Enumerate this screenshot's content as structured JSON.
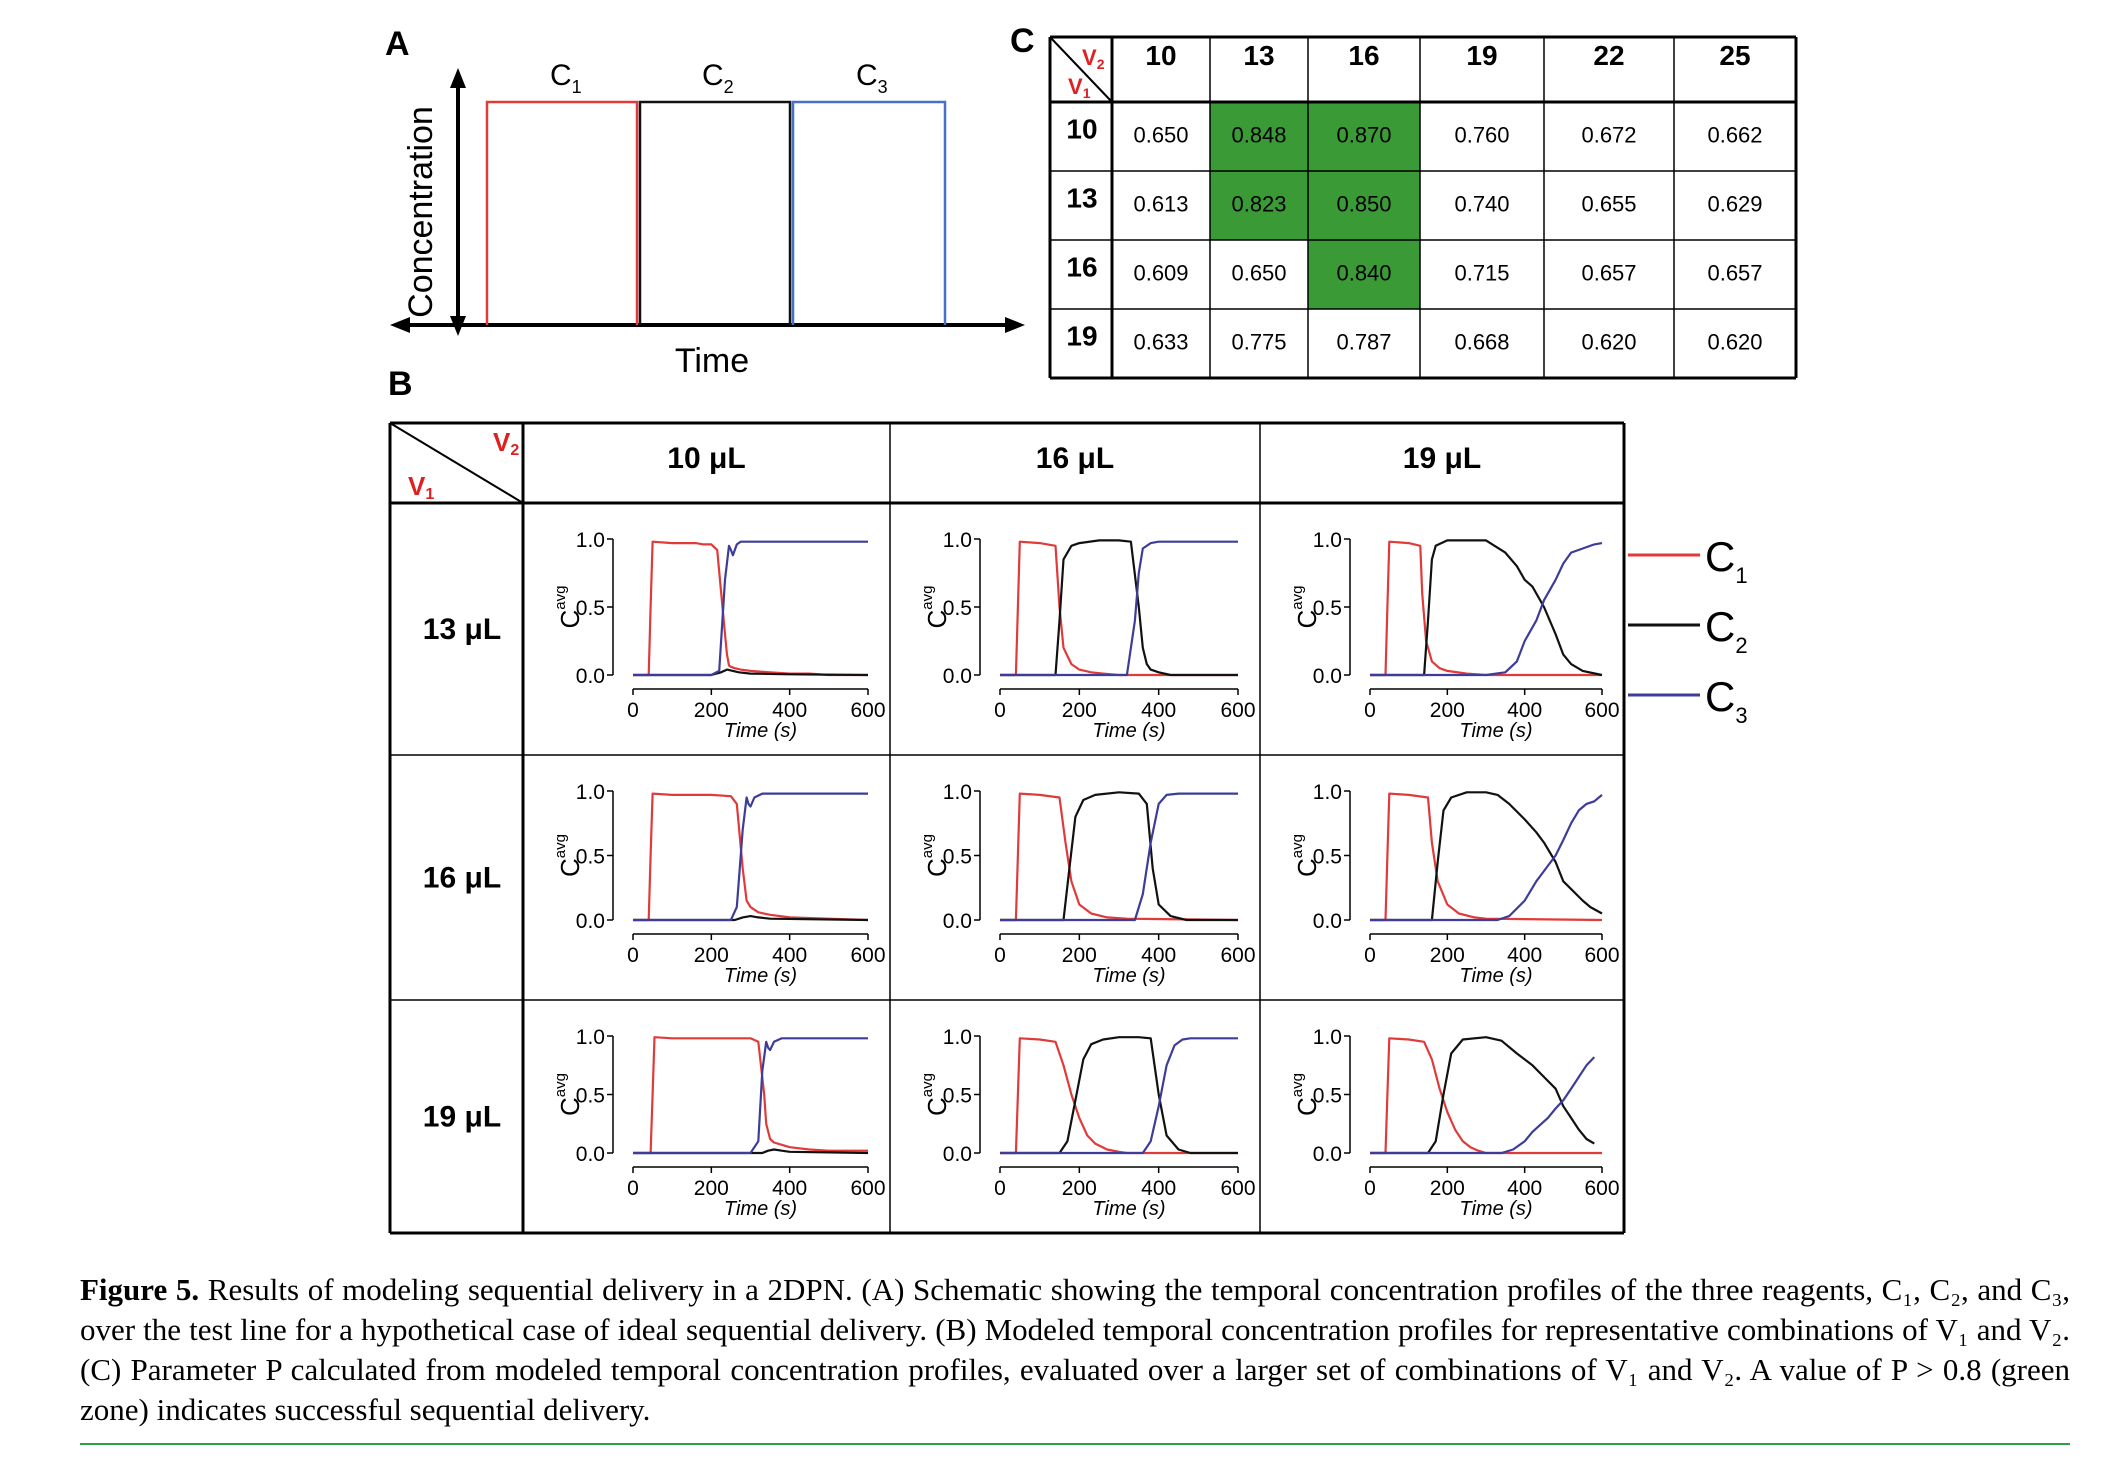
{
  "panels": {
    "a_label": "A",
    "b_label": "B",
    "c_label": "C"
  },
  "panel_a": {
    "y_label": "Concentration",
    "x_label": "Time",
    "pulses": [
      {
        "name": "C",
        "sub": "1",
        "color": "#e03a3a"
      },
      {
        "name": "C",
        "sub": "2",
        "color": "#111111"
      },
      {
        "name": "C",
        "sub": "3",
        "color": "#4a6fc7"
      }
    ]
  },
  "corner": {
    "v2": "V",
    "v2_sub": "2",
    "v1": "V",
    "v1_sub": "1",
    "color": "#e02020"
  },
  "panel_b": {
    "col_headers": [
      "10 μL",
      "16 μL",
      "19 μL"
    ],
    "row_headers": [
      "13 μL",
      "16 μL",
      "19 μL"
    ],
    "y_axis_label": "C",
    "y_axis_sub": "avg",
    "x_axis_label": "Time (s)",
    "y_ticks": [
      "0.0",
      "0.5",
      "1.0"
    ],
    "x_ticks": [
      "0",
      "200",
      "400",
      "600"
    ],
    "legend": [
      {
        "name": "C",
        "sub": "1",
        "color": "#e03a3a"
      },
      {
        "name": "C",
        "sub": "2",
        "color": "#111111"
      },
      {
        "name": "C",
        "sub": "3",
        "color": "#3d3d99"
      }
    ]
  },
  "panel_c": {
    "col_headers": [
      "10",
      "13",
      "16",
      "19",
      "22",
      "25"
    ],
    "rows": [
      {
        "v1": "10",
        "values": [
          "0.650",
          "0.848",
          "0.870",
          "0.760",
          "0.672",
          "0.662"
        ]
      },
      {
        "v1": "13",
        "values": [
          "0.613",
          "0.823",
          "0.850",
          "0.740",
          "0.655",
          "0.629"
        ]
      },
      {
        "v1": "16",
        "values": [
          "0.609",
          "0.650",
          "0.840",
          "0.715",
          "0.657",
          "0.657"
        ]
      },
      {
        "v1": "19",
        "values": [
          "0.633",
          "0.775",
          "0.787",
          "0.668",
          "0.620",
          "0.620"
        ]
      }
    ],
    "highlight_threshold": 0.8,
    "highlight_color": "#3a9a35"
  },
  "caption": {
    "label": "Figure 5.",
    "text": " Results of modeling sequential delivery in a 2DPN. (A) Schematic showing the temporal concentration profiles of the three reagents, C₁, C₂, and C₃, over the test line for a hypothetical case of ideal sequential delivery. (B) Modeled temporal concentration profiles for representative combinations of V₁ and V₂. (C) Parameter P calculated from modeled temporal concentration profiles, evaluated over a larger set of combinations of V₁ and V₂. A value of P > 0.8 (green zone) indicates successful sequential delivery."
  },
  "chart_data": [
    {
      "type": "line",
      "v1": "13 μL",
      "v2": "10 μL",
      "xlim": [
        0,
        600
      ],
      "ylim": [
        0,
        1
      ],
      "series": [
        {
          "name": "C1",
          "x": [
            0,
            40,
            45,
            50,
            100,
            160,
            180,
            200,
            215,
            235,
            240,
            245,
            250,
            260,
            275,
            300,
            350,
            400,
            450,
            500,
            600
          ],
          "y": [
            0,
            0,
            0.5,
            0.98,
            0.97,
            0.97,
            0.96,
            0.96,
            0.92,
            0.3,
            0.15,
            0.07,
            0.06,
            0.05,
            0.04,
            0.03,
            0.02,
            0.01,
            0.01,
            0.0,
            0.0
          ]
        },
        {
          "name": "C2",
          "x": [
            0,
            200,
            225,
            240,
            255,
            270,
            300,
            400,
            600
          ],
          "y": [
            0,
            0,
            0.02,
            0.04,
            0.03,
            0.02,
            0.01,
            0.005,
            0.0
          ]
        },
        {
          "name": "C3",
          "x": [
            0,
            200,
            220,
            235,
            245,
            250,
            255,
            265,
            275,
            300,
            400,
            500,
            600
          ],
          "y": [
            0,
            0,
            0.03,
            0.7,
            0.95,
            0.92,
            0.88,
            0.96,
            0.98,
            0.98,
            0.98,
            0.98,
            0.98
          ]
        }
      ]
    },
    {
      "type": "line",
      "v1": "13 μL",
      "v2": "16 μL",
      "xlim": [
        0,
        600
      ],
      "ylim": [
        0,
        1
      ],
      "series": [
        {
          "name": "C1",
          "x": [
            0,
            40,
            45,
            50,
            100,
            140,
            150,
            160,
            180,
            200,
            230,
            260,
            300,
            600
          ],
          "y": [
            0,
            0,
            0.5,
            0.98,
            0.97,
            0.95,
            0.5,
            0.2,
            0.08,
            0.04,
            0.02,
            0.01,
            0.0,
            0.0
          ]
        },
        {
          "name": "C2",
          "x": [
            0,
            140,
            150,
            160,
            180,
            200,
            250,
            300,
            330,
            350,
            360,
            370,
            380,
            400,
            430,
            600
          ],
          "y": [
            0,
            0,
            0.4,
            0.85,
            0.95,
            0.97,
            0.99,
            0.99,
            0.98,
            0.5,
            0.2,
            0.08,
            0.04,
            0.02,
            0.0,
            0.0
          ]
        },
        {
          "name": "C3",
          "x": [
            0,
            320,
            340,
            350,
            360,
            380,
            400,
            450,
            600
          ],
          "y": [
            0,
            0,
            0.4,
            0.75,
            0.93,
            0.97,
            0.98,
            0.98,
            0.98
          ]
        }
      ]
    },
    {
      "type": "line",
      "v1": "13 μL",
      "v2": "19 μL",
      "xlim": [
        0,
        600
      ],
      "ylim": [
        0,
        1
      ],
      "series": [
        {
          "name": "C1",
          "x": [
            0,
            40,
            45,
            50,
            100,
            130,
            135,
            145,
            160,
            180,
            200,
            250,
            300,
            600
          ],
          "y": [
            0,
            0,
            0.5,
            0.98,
            0.97,
            0.95,
            0.6,
            0.25,
            0.1,
            0.05,
            0.03,
            0.01,
            0.0,
            0.0
          ]
        },
        {
          "name": "C2",
          "x": [
            0,
            140,
            150,
            160,
            170,
            200,
            300,
            350,
            380,
            400,
            420,
            450,
            480,
            500,
            520,
            550,
            600
          ],
          "y": [
            0,
            0,
            0.4,
            0.85,
            0.95,
            0.99,
            0.99,
            0.9,
            0.8,
            0.7,
            0.65,
            0.5,
            0.3,
            0.15,
            0.08,
            0.03,
            0.0
          ]
        },
        {
          "name": "C3",
          "x": [
            0,
            300,
            350,
            380,
            400,
            430,
            450,
            480,
            500,
            520,
            550,
            580,
            600
          ],
          "y": [
            0,
            0,
            0.02,
            0.1,
            0.25,
            0.4,
            0.55,
            0.7,
            0.82,
            0.9,
            0.93,
            0.96,
            0.97
          ]
        }
      ]
    },
    {
      "type": "line",
      "v1": "16 μL",
      "v2": "10 μL",
      "xlim": [
        0,
        600
      ],
      "ylim": [
        0,
        1
      ],
      "series": [
        {
          "name": "C1",
          "x": [
            0,
            40,
            45,
            50,
            100,
            200,
            250,
            265,
            280,
            290,
            300,
            320,
            350,
            400,
            500,
            600
          ],
          "y": [
            0,
            0,
            0.5,
            0.98,
            0.97,
            0.97,
            0.96,
            0.9,
            0.4,
            0.15,
            0.1,
            0.06,
            0.04,
            0.02,
            0.01,
            0.0
          ]
        },
        {
          "name": "C2",
          "x": [
            0,
            260,
            280,
            300,
            320,
            350,
            600
          ],
          "y": [
            0,
            0,
            0.02,
            0.03,
            0.02,
            0.01,
            0.0
          ]
        },
        {
          "name": "C3",
          "x": [
            0,
            250,
            265,
            280,
            290,
            295,
            300,
            310,
            330,
            400,
            600
          ],
          "y": [
            0,
            0,
            0.1,
            0.7,
            0.95,
            0.9,
            0.88,
            0.95,
            0.98,
            0.98,
            0.98
          ]
        }
      ]
    },
    {
      "type": "line",
      "v1": "16 μL",
      "v2": "16 μL",
      "xlim": [
        0,
        600
      ],
      "ylim": [
        0,
        1
      ],
      "series": [
        {
          "name": "C1",
          "x": [
            0,
            40,
            45,
            50,
            100,
            150,
            165,
            180,
            200,
            230,
            270,
            320,
            600
          ],
          "y": [
            0,
            0,
            0.5,
            0.98,
            0.97,
            0.95,
            0.6,
            0.3,
            0.12,
            0.05,
            0.02,
            0.01,
            0.0
          ]
        },
        {
          "name": "C2",
          "x": [
            0,
            160,
            175,
            190,
            210,
            240,
            300,
            350,
            370,
            385,
            400,
            430,
            470,
            600
          ],
          "y": [
            0,
            0,
            0.4,
            0.8,
            0.93,
            0.97,
            0.99,
            0.98,
            0.9,
            0.4,
            0.12,
            0.03,
            0.0,
            0.0
          ]
        },
        {
          "name": "C3",
          "x": [
            0,
            340,
            360,
            380,
            400,
            420,
            450,
            600
          ],
          "y": [
            0,
            0,
            0.2,
            0.6,
            0.9,
            0.97,
            0.98,
            0.98
          ]
        }
      ]
    },
    {
      "type": "line",
      "v1": "16 μL",
      "v2": "19 μL",
      "xlim": [
        0,
        600
      ],
      "ylim": [
        0,
        1
      ],
      "series": [
        {
          "name": "C1",
          "x": [
            0,
            40,
            45,
            50,
            100,
            150,
            160,
            175,
            200,
            230,
            270,
            300,
            600
          ],
          "y": [
            0,
            0,
            0.5,
            0.98,
            0.97,
            0.95,
            0.6,
            0.3,
            0.12,
            0.05,
            0.02,
            0.01,
            0.0
          ]
        },
        {
          "name": "C2",
          "x": [
            0,
            160,
            175,
            190,
            210,
            250,
            300,
            330,
            360,
            400,
            430,
            450,
            480,
            500,
            550,
            570,
            600
          ],
          "y": [
            0,
            0,
            0.45,
            0.85,
            0.95,
            0.99,
            0.99,
            0.97,
            0.9,
            0.78,
            0.68,
            0.6,
            0.45,
            0.3,
            0.15,
            0.1,
            0.05
          ]
        },
        {
          "name": "C3",
          "x": [
            0,
            330,
            360,
            400,
            430,
            450,
            480,
            500,
            520,
            540,
            560,
            580,
            600
          ],
          "y": [
            0,
            0,
            0.03,
            0.15,
            0.3,
            0.38,
            0.5,
            0.62,
            0.75,
            0.85,
            0.9,
            0.92,
            0.97
          ]
        }
      ]
    },
    {
      "type": "line",
      "v1": "19 μL",
      "v2": "10 μL",
      "xlim": [
        0,
        600
      ],
      "ylim": [
        0,
        1
      ],
      "series": [
        {
          "name": "C1",
          "x": [
            0,
            45,
            50,
            55,
            100,
            200,
            300,
            320,
            335,
            340,
            350,
            360,
            380,
            400,
            450,
            500,
            600
          ],
          "y": [
            0,
            0,
            0.5,
            0.99,
            0.98,
            0.98,
            0.98,
            0.95,
            0.5,
            0.25,
            0.12,
            0.09,
            0.07,
            0.05,
            0.03,
            0.02,
            0.02
          ]
        },
        {
          "name": "C2",
          "x": [
            0,
            330,
            345,
            360,
            380,
            400,
            600
          ],
          "y": [
            0,
            0,
            0.02,
            0.03,
            0.02,
            0.01,
            0.0
          ]
        },
        {
          "name": "C3",
          "x": [
            0,
            300,
            320,
            330,
            340,
            345,
            350,
            360,
            380,
            420,
            600
          ],
          "y": [
            0,
            0,
            0.1,
            0.7,
            0.95,
            0.9,
            0.88,
            0.95,
            0.98,
            0.98,
            0.98
          ]
        }
      ]
    },
    {
      "type": "line",
      "v1": "19 μL",
      "v2": "16 μL",
      "xlim": [
        0,
        600
      ],
      "ylim": [
        0,
        1
      ],
      "series": [
        {
          "name": "C1",
          "x": [
            0,
            40,
            45,
            50,
            100,
            140,
            160,
            180,
            200,
            220,
            240,
            270,
            300,
            320,
            600
          ],
          "y": [
            0,
            0,
            0.5,
            0.98,
            0.97,
            0.95,
            0.75,
            0.5,
            0.3,
            0.15,
            0.08,
            0.03,
            0.01,
            0.0,
            0.0
          ]
        },
        {
          "name": "C2",
          "x": [
            0,
            150,
            170,
            190,
            210,
            230,
            260,
            300,
            350,
            380,
            400,
            420,
            450,
            480,
            600
          ],
          "y": [
            0,
            0,
            0.1,
            0.45,
            0.8,
            0.93,
            0.97,
            0.99,
            0.99,
            0.98,
            0.5,
            0.15,
            0.03,
            0.0,
            0.0
          ]
        },
        {
          "name": "C3",
          "x": [
            0,
            360,
            380,
            400,
            420,
            440,
            460,
            480,
            600
          ],
          "y": [
            0,
            0,
            0.1,
            0.4,
            0.75,
            0.92,
            0.97,
            0.98,
            0.98
          ]
        }
      ]
    },
    {
      "type": "line",
      "v1": "19 μL",
      "v2": "19 μL",
      "xlim": [
        0,
        600
      ],
      "ylim": [
        0,
        1
      ],
      "series": [
        {
          "name": "C1",
          "x": [
            0,
            40,
            45,
            50,
            100,
            140,
            160,
            180,
            200,
            220,
            240,
            260,
            280,
            300,
            600
          ],
          "y": [
            0,
            0,
            0.5,
            0.98,
            0.97,
            0.95,
            0.8,
            0.55,
            0.35,
            0.2,
            0.1,
            0.05,
            0.02,
            0.0,
            0.0
          ]
        },
        {
          "name": "C2",
          "x": [
            0,
            150,
            170,
            190,
            210,
            240,
            300,
            340,
            380,
            420,
            450,
            480,
            500,
            520,
            540,
            560,
            580
          ],
          "y": [
            0,
            0,
            0.1,
            0.5,
            0.85,
            0.97,
            0.99,
            0.96,
            0.85,
            0.75,
            0.65,
            0.55,
            0.4,
            0.3,
            0.2,
            0.12,
            0.08
          ]
        },
        {
          "name": "C3",
          "x": [
            0,
            340,
            370,
            400,
            420,
            440,
            460,
            480,
            500,
            520,
            540,
            560,
            580
          ],
          "y": [
            0,
            0,
            0.03,
            0.1,
            0.18,
            0.24,
            0.3,
            0.38,
            0.45,
            0.55,
            0.65,
            0.75,
            0.82
          ]
        }
      ]
    }
  ]
}
